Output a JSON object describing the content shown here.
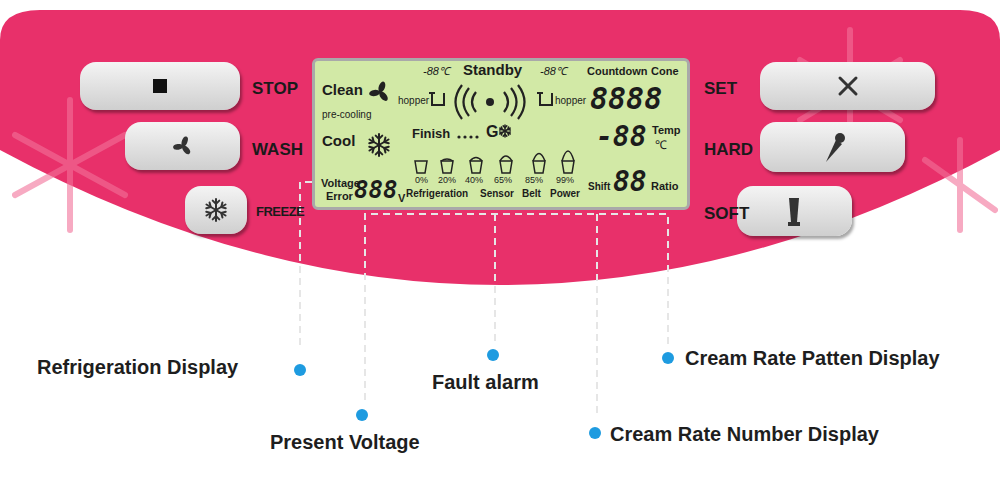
{
  "diagram": {
    "nodes": [
      {
        "text": [
          "STOP"
        ]
      },
      {
        "text": [
          "WASH"
        ]
      },
      {
        "text": [
          "FREEZE"
        ]
      },
      {
        "text": [
          "Clean",
          "pre-cooling",
          "-88℃",
          "hopper",
          "Standby",
          "-88℃",
          "hopper",
          "Countdown",
          "Cone",
          "8888",
          "Cool",
          "Finish",
          "G",
          "-88",
          "Temp",
          "℃",
          "Voltage",
          "Error",
          "888",
          "V",
          "0%",
          "20%",
          "40%",
          "65%",
          "85%",
          "99%",
          "Refrigeration",
          "Sensor",
          "Belt",
          "Power",
          "Shift",
          "88",
          "Ratio"
        ]
      },
      {
        "text": [
          "SET"
        ]
      },
      {
        "text": [
          "HARD"
        ]
      },
      {
        "text": [
          "SOFT"
        ]
      }
    ],
    "labels": [
      "Refrigeration Display",
      "Present Voltage",
      "Fault alarm",
      "Cream Rate Patten Display",
      "Cream Rate Number Display"
    ]
  }
}
